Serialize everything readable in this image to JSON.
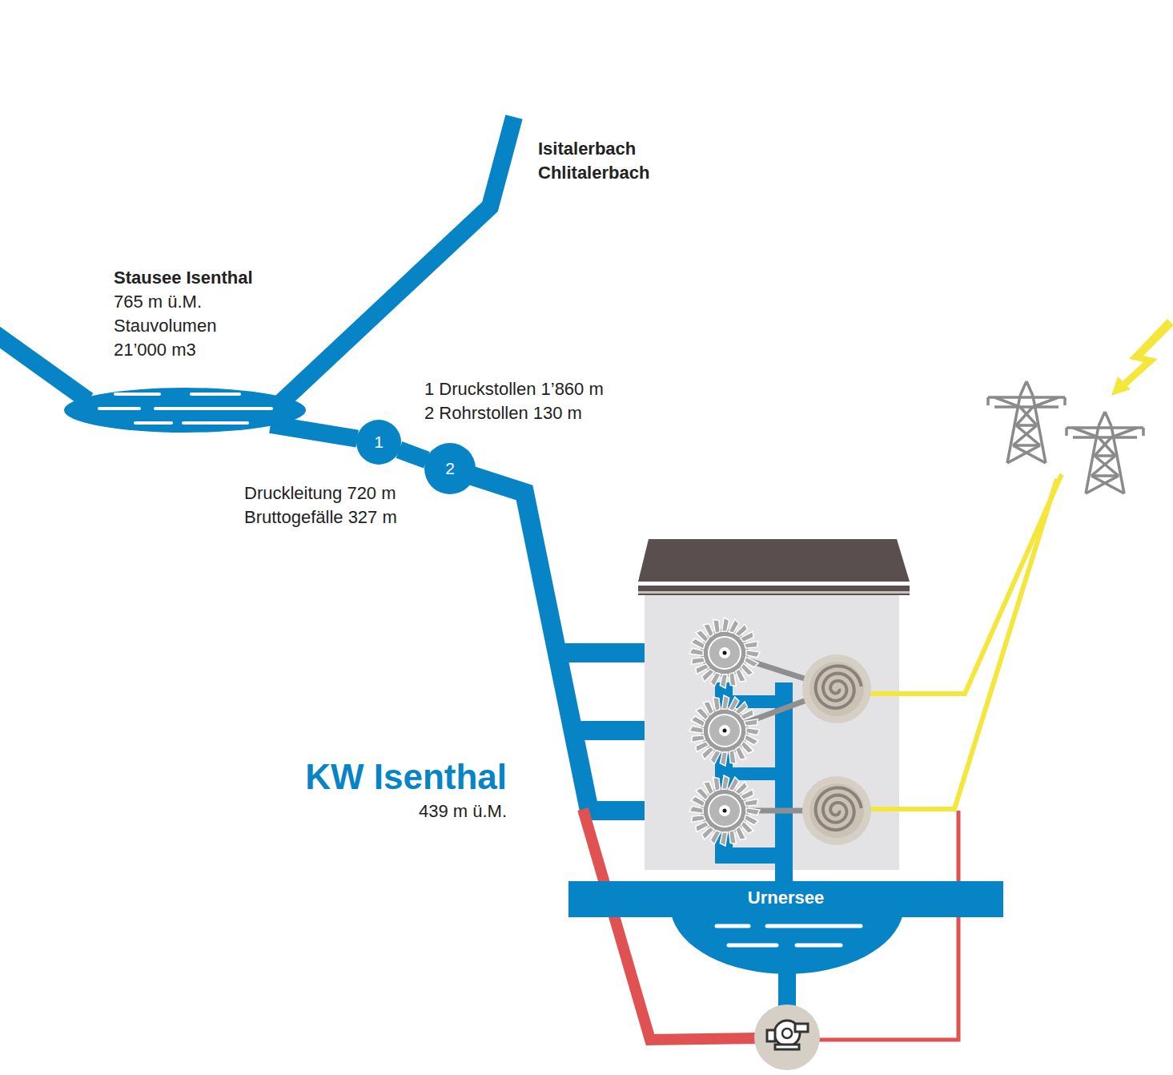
{
  "diagram": {
    "nodes": [
      {
        "text": [
          "Stausee Isenthal",
          "765 m ü.M.",
          "Stauvolumen 21’000 m3"
        ]
      },
      {
        "text": [
          "1"
        ]
      },
      {
        "text": [
          "2"
        ]
      },
      {
        "text": [
          "Urnersee"
        ]
      }
    ],
    "edges": [
      {
        "from": 0,
        "to": 1,
        "arrow": "none"
      },
      {
        "from": 1,
        "to": 2,
        "arrow": "none"
      }
    ],
    "labels": [
      "Isitalerbach",
      "Chlitalerbach",
      "1 Druckstollen 1’860 m",
      "2 Rohrstollen 130 m",
      "Druckleitung 720 m",
      "Bruttogefälle 327 m",
      "KW Isenthal",
      "439 m ü.M."
    ]
  }
}
